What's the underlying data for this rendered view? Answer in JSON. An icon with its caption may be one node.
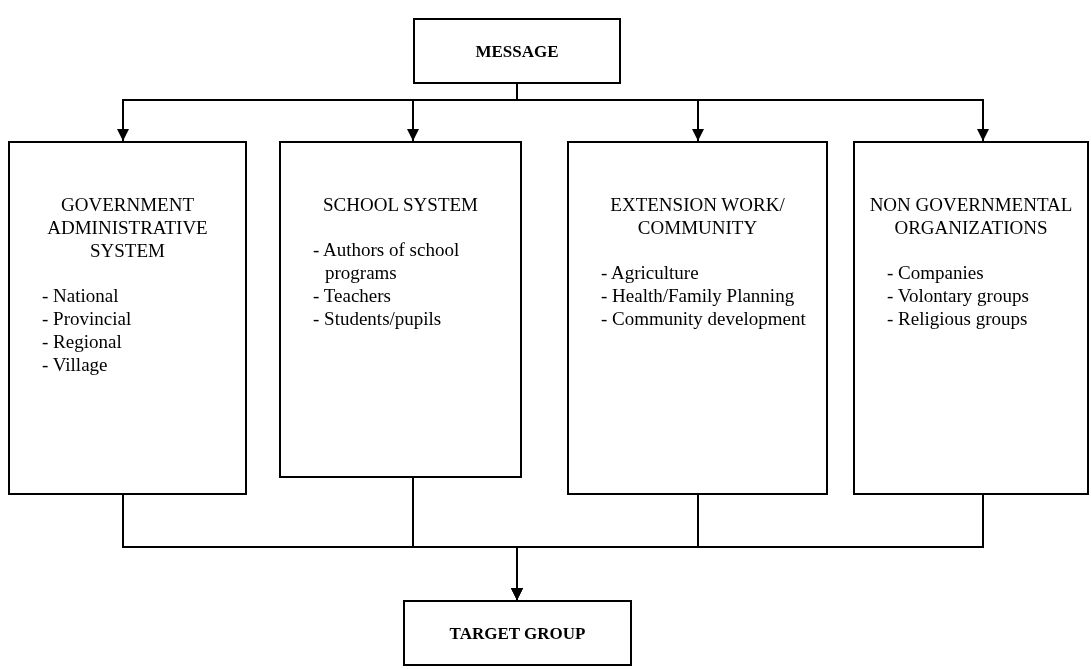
{
  "diagram": {
    "nodes": [
      {
        "text": [
          "MESSAGE"
        ]
      },
      {
        "text": [
          "GOVERNMENT ADMINISTRATIVE SYSTEM",
          "- National",
          "- Provincial",
          "- Regional",
          "- Village"
        ]
      },
      {
        "text": [
          "SCHOOL SYSTEM",
          "- Authors of school programs",
          "- Teachers",
          "- Students/pupils"
        ]
      },
      {
        "text": [
          "EXTENSION WORK/ COMMUNITY",
          "- Agriculture",
          "- Health/Family Planning",
          "- Community development"
        ]
      },
      {
        "text": [
          "NON GOVERNMENTAL ORGANIZATIONS",
          "- Companies",
          "- Volontary groups",
          "- Religious groups"
        ]
      },
      {
        "text": [
          "TARGET GROUP"
        ]
      }
    ],
    "edges": [
      {
        "from": 0,
        "to": 1,
        "arrow": "to"
      },
      {
        "from": 0,
        "to": 2,
        "arrow": "to"
      },
      {
        "from": 0,
        "to": 3,
        "arrow": "to"
      },
      {
        "from": 0,
        "to": 4,
        "arrow": "to"
      },
      {
        "from": 1,
        "to": 5,
        "arrow": "to"
      },
      {
        "from": 2,
        "to": 5,
        "arrow": "to"
      },
      {
        "from": 3,
        "to": 5,
        "arrow": "to"
      },
      {
        "from": 4,
        "to": 5,
        "arrow": "to"
      }
    ]
  }
}
